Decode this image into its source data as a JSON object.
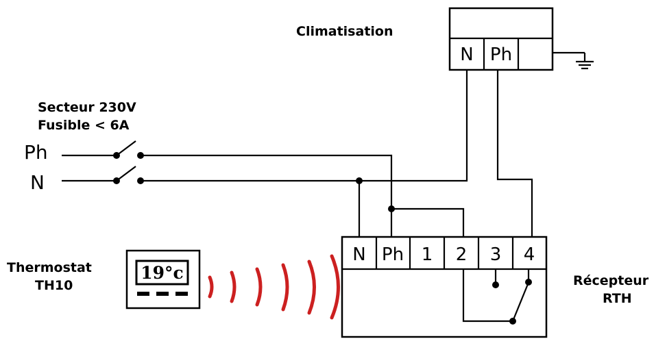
{
  "labels": {
    "clim": "Climatisation",
    "mains_line1": "Secteur 230V",
    "mains_line2": "Fusible < 6A",
    "thermostat_line1": "Thermostat",
    "thermostat_line2": "TH10",
    "receiver_line1": "Récepteur",
    "receiver_line2": "RTH"
  },
  "mains": {
    "phase": "Ph",
    "neutral": "N"
  },
  "clim_terminals": [
    "N",
    "Ph"
  ],
  "receiver_terminals": [
    "N",
    "Ph",
    "1",
    "2",
    "3",
    "4"
  ],
  "thermostat_display": "19°c",
  "colors": {
    "signal_waves": "#cc2020",
    "wire": "#000000"
  }
}
